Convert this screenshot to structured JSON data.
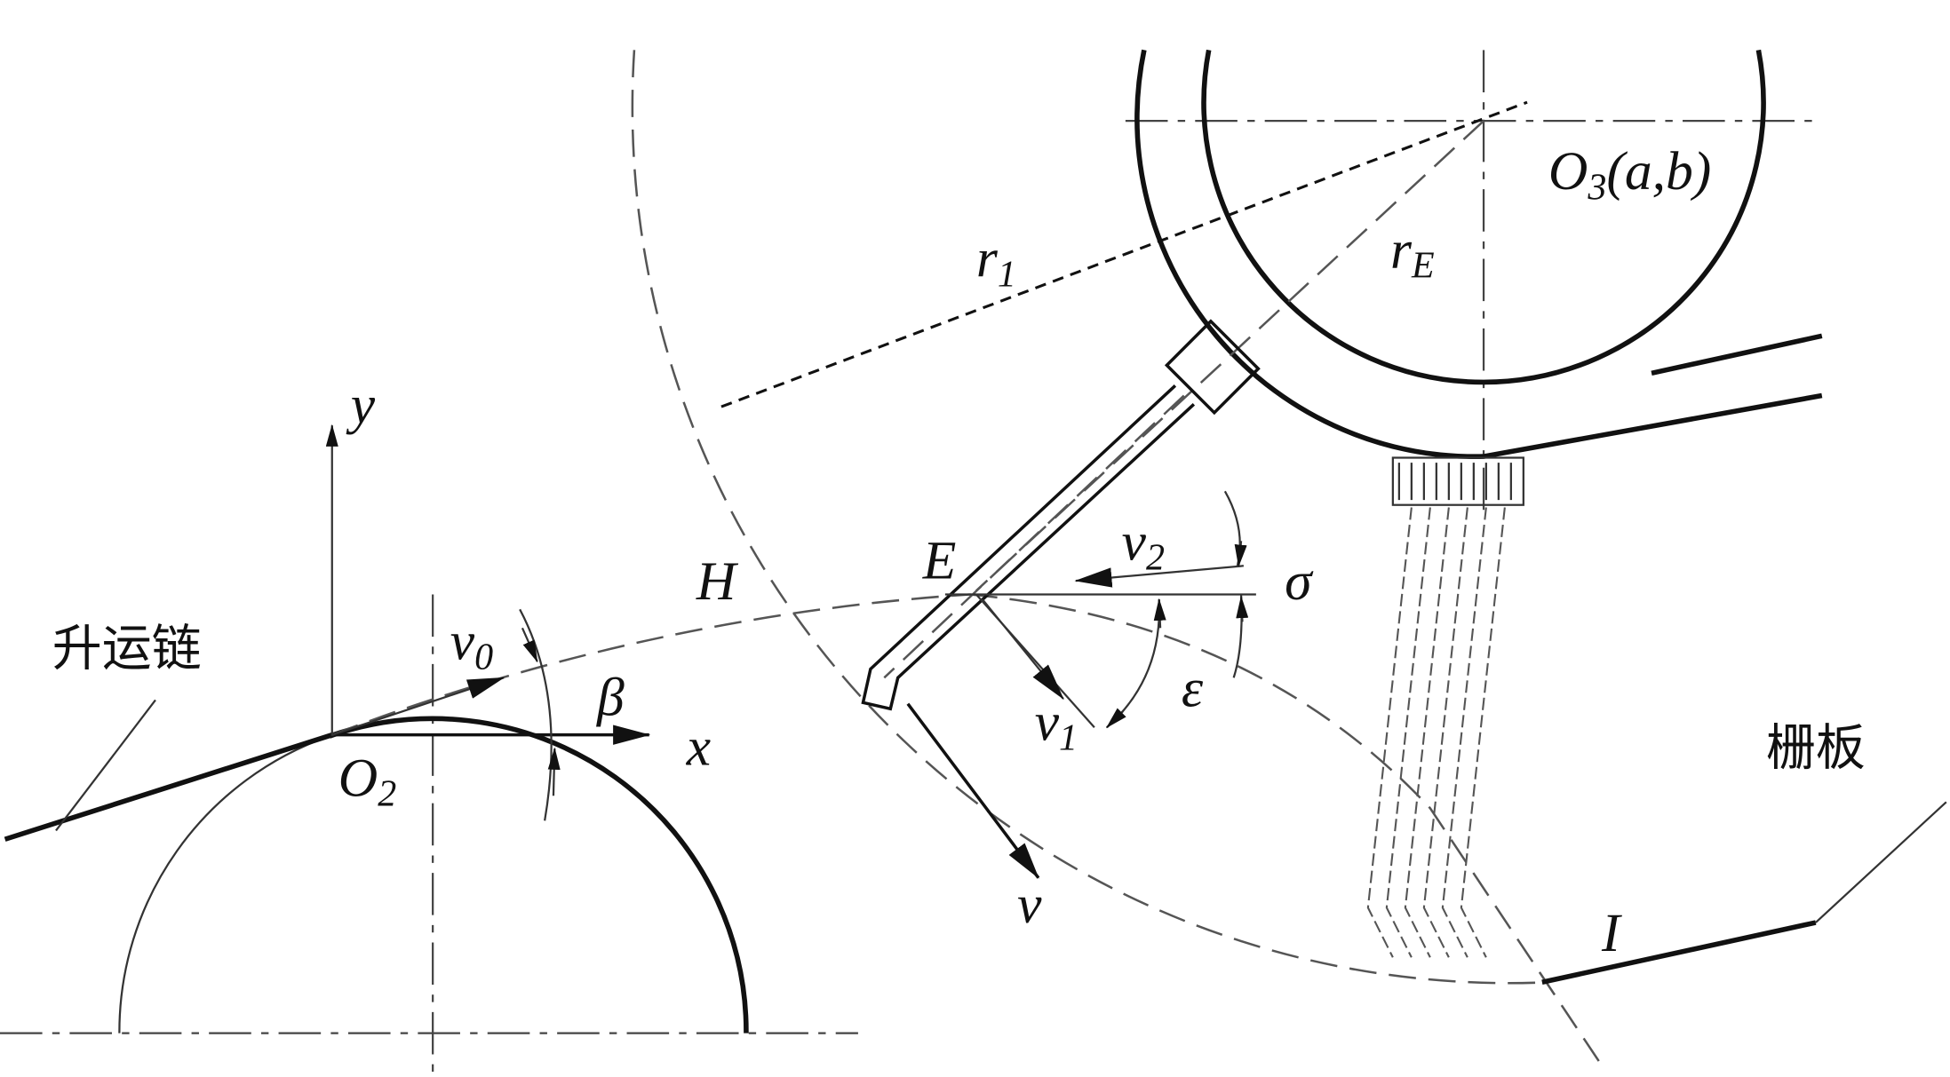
{
  "diagram": {
    "labels": {
      "chain": "升运链",
      "grate": "栅板",
      "y_axis": "y",
      "x_axis": "x",
      "o2": "O",
      "o2_sub": "2",
      "v0": "v",
      "v0_sub": "0",
      "beta": "β",
      "h": "H",
      "e": "E",
      "v2": "v",
      "v2_sub": "2",
      "sigma": "σ",
      "v1": "v",
      "v1_sub": "1",
      "epsilon": "ε",
      "v": "v",
      "r1": "r",
      "r1_sub": "1",
      "re": "r",
      "re_sub": "E",
      "o3": "O",
      "o3_sub": "3",
      "o3_coords": "(a,b)",
      "i": "I"
    }
  }
}
